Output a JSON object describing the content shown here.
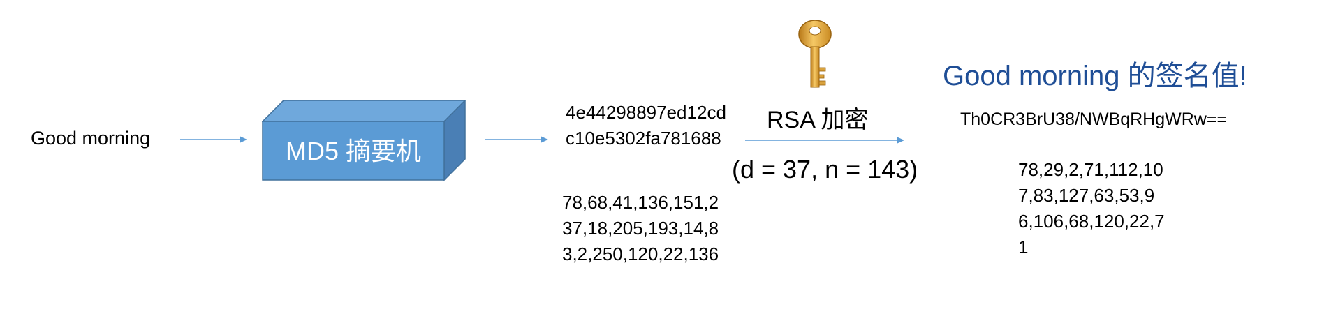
{
  "input": {
    "text": "Good morning"
  },
  "md5_box": {
    "label": "MD5 摘要机",
    "fill": "#5b9bd5",
    "top_fill": "#6fa8dc",
    "side_fill": "#4a7fb5",
    "border": "#41719c"
  },
  "digest": {
    "hex": "4e44298897ed12cdc10e5302fa781688",
    "decimal": "78,68,41,136,151,237,18,205,193,14,83,2,250,120,22,136"
  },
  "rsa": {
    "icon": "key-icon",
    "label": "RSA 加密",
    "params": "(d = 37, n = 143)"
  },
  "signature": {
    "title": "Good morning 的签名值!",
    "base64": "Th0CR3BrU38/NWBqRHgWRw==",
    "decimal": "78,29,2,71,112,107,83,127,63,53,96,106,68,120,22,71",
    "title_color": "#1f4e96"
  },
  "colors": {
    "arrow": "#5b9bd5",
    "key_gold": "#e0a83a"
  }
}
